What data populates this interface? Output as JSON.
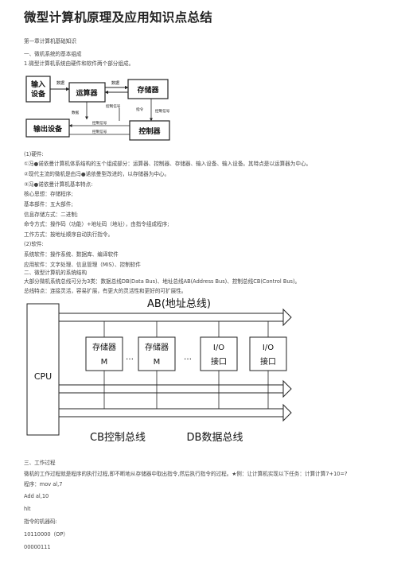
{
  "title": "微型计算机原理及应用知识点总结",
  "lines": [
    "第一章计算机基础知识",
    "一、微机系统的基本组成",
    "1.微型计算机系统由硬件和软件两个部分组成。",
    "(1)硬件:",
    "①冯●诺依曼计算机体系结构的五个组成部分：运算器、控制器、存储器、输入设备、输入设备。其特点是以运算器为中心。",
    "②现代主流的微机是由冯●诺依曼型改进的，以存储器为中心。",
    "③冯●诺依曼计算机基本特点:",
    "核心思想：存储程序;",
    "基本部件：五大部件;",
    "信息存储方式：二进制;",
    "命令方式：操作码（功能）+地址码（地址），由指令组成程序;",
    "工作方式：按地址顺序自动执行指令。",
    "(2)软件:",
    "系统软件：操作系统、数据库、编译软件",
    "应用软件：文字处理、信息管理（MIS）、控制软件",
    "二、微型计算机的系统结构",
    "大部分微机系统总线可分为3类：数据总线DB(Data Bus)、地址总线AB(Address Bus)、控制总线CB(Control Bus)。",
    "总线特点：连接灵活，容易扩展，有更大的灵活性和更好的可扩展性。",
    "三、工作过程",
    "微机的工作过程就是程序的执行过程,即不断地从存储器中取出指令,然后执行指令的过程。★例：让计算机实现以下任务：计算计算7+10=?",
    "程序：mov al,7",
    "Add al,10",
    "hlt",
    "指令的机器码:",
    "10110000（OP）",
    "00000111"
  ],
  "diagram1": {
    "input": [
      "输入",
      "设备"
    ],
    "alu": "运算器",
    "memory": "存储器",
    "output": "输出设备",
    "controller": "控制器",
    "lbl_data1": "数据",
    "lbl_data2": "数据",
    "lbl_data3": "数据",
    "lbl_ctrl1": "控制信号",
    "lbl_ctrl2": "控制信号",
    "lbl_ctrl3": "控制信号",
    "lbl_ctrl4": "控制信号",
    "lbl_instr": "指令"
  },
  "diagram2": {
    "ab": "AB(地址总线)",
    "cpu": "CPU",
    "mem1": [
      "存储器",
      "M"
    ],
    "mem2": [
      "存储器",
      "M"
    ],
    "io1": [
      "I/O",
      "接口"
    ],
    "io2": [
      "I/O",
      "接口"
    ],
    "dots": "…",
    "cb": "CB控制总线",
    "db": "DB数据总线"
  }
}
